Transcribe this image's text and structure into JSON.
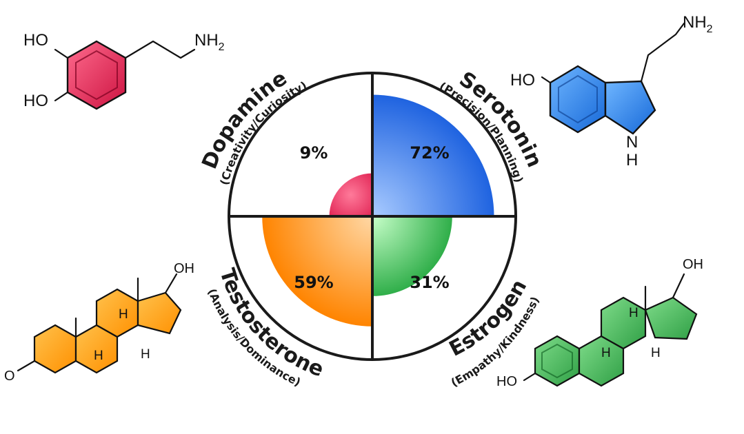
{
  "quadrants": [
    {
      "key": "dopamine",
      "name": "Dopamine",
      "trait": "(Creativity/Curiosity)",
      "value": 9,
      "label": "9%",
      "color": "#dd1a4c",
      "light": "#ff7a9a"
    },
    {
      "key": "serotonin",
      "name": "Serotonin",
      "trait": "(Precision/Planning)",
      "value": 72,
      "label": "72%",
      "color": "#1f63e0",
      "light": "#a9cbff"
    },
    {
      "key": "testosterone",
      "name": "Testosterone",
      "trait": "(Analysis/Dominance)",
      "value": 59,
      "label": "59%",
      "color": "#ff8a00",
      "light": "#ffd39a"
    },
    {
      "key": "estrogen",
      "name": "Estrogen",
      "trait": "(Empathy/Kindness)",
      "value": 31,
      "label": "31%",
      "color": "#2fae49",
      "light": "#b4f5b8"
    }
  ],
  "molecules": {
    "dopamine": {
      "ho_top": "HO",
      "ho_bottom": "HO",
      "amine": "NH",
      "amine_sub": "2",
      "color": "#dd1a4c"
    },
    "serotonin": {
      "amine": "NH",
      "amine_sub": "2",
      "hydroxyl": "HO",
      "nh_n": "N",
      "nh_h": "H",
      "color": "#1f7fe8"
    },
    "testosterone": {
      "oh": "OH",
      "h1": "H",
      "h2": "H",
      "h3": "H",
      "ketone": "O",
      "color": "#ff9a10"
    },
    "estrogen": {
      "oh": "OH",
      "h1": "H",
      "h2": "H",
      "h3": "H",
      "ho": "HO",
      "color": "#36b44f"
    }
  }
}
